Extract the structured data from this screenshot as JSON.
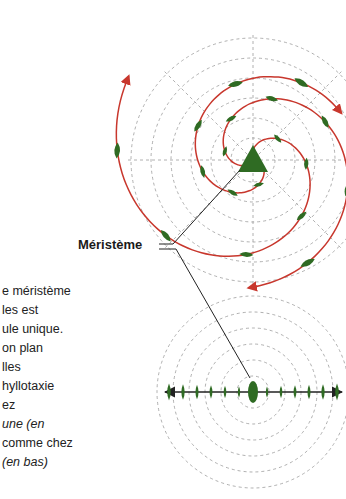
{
  "diagram": {
    "labels": [
      "Méristème",
      "e méristème",
      "les est",
      "ule unique.",
      "on plan",
      "lles",
      "hyllotaxie",
      "ez",
      "une (en",
      "comme chez",
      "(en bas)"
    ]
  }
}
